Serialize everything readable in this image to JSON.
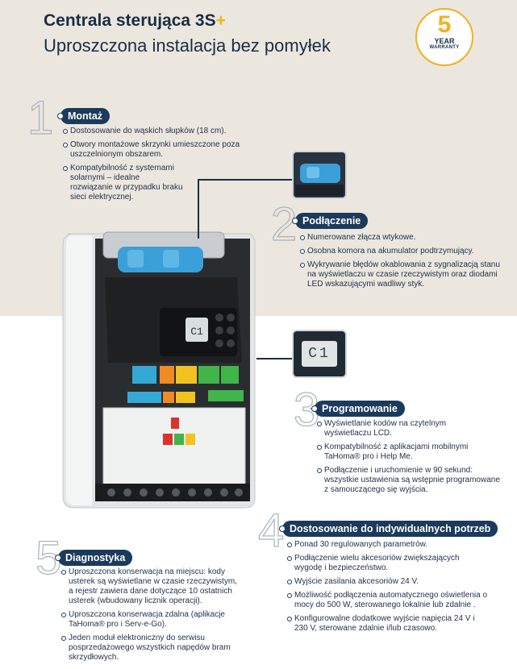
{
  "header": {
    "title": "Centrala sterująca 3S",
    "title_plus": "+",
    "subtitle": "Uproszczona instalacja bez pomyłek"
  },
  "badge": {
    "number": "5",
    "year": "YEAR",
    "warranty": "WARRANTY"
  },
  "display_code": "C1",
  "colors": {
    "navy": "#1b3a5c",
    "accent": "#f0b21e",
    "beige": "#ebe7de"
  },
  "sections": [
    {
      "number": "1",
      "title": "Montaż",
      "items": [
        "Dostosowanie do wąskich słupków (18 cm).",
        "Otwory montażowe skrzynki umieszczone poza uszczelnionym obszarem.",
        "Kompatybilność z systemami solarnymi – idealne rozwiązanie w przypadku braku sieci elektrycznej."
      ]
    },
    {
      "number": "2",
      "title": "Podłączenie",
      "items": [
        "Numerowane złącza wtykowe.",
        "Osobna komora na akumulator podtrzymujący.",
        "Wykrywanie błędów okablowania z sygnalizacją stanu na wyświetlaczu w czasie rzeczywistym oraz diodami LED wskazującymi wadliwy styk."
      ]
    },
    {
      "number": "3",
      "title": "Programowanie",
      "items": [
        "Wyświetlanie kodów na czytelnym wyświetlaczu LCD.",
        "Kompatybilność z aplikacjami mobilnymi TaHoma® pro i Help Me.",
        "Podłączenie i uruchomienie w 90 sekund: wszystkie ustawienia są wstępnie programowane z samouczącego się wyjścia."
      ]
    },
    {
      "number": "4",
      "title": "Dostosowanie do indywidualnych potrzeb",
      "items": [
        "Ponad 30 regulowanych parametrów.",
        "Podłączenie wielu akcesoriów zwiększających wygodę i bezpieczeństwo.",
        "Wyjście zasilania akcesoriów 24 V.",
        "Możliwość podłączenia automatycznego oświetlenia o mocy do 500 W, sterowanego lokalnie lub zdalnie .",
        "Konfigurowalne dodatkowe wyjście napięcia 24 V i 230 V, sterowane zdalnie i/lub czasowo."
      ]
    },
    {
      "number": "5",
      "title": "Diagnostyka",
      "items": [
        "Uproszczona konserwacja na miejscu: kody usterek są wyświetlane w czasie rzeczywistym, a rejestr zawiera dane dotyczące 10 ostatnich usterek (wbudowany licznik operacji).",
        "Uproszczona konserwacja zdalna (aplikacje TaHoma® pro i Serv-e-Go).",
        "Jeden moduł elektroniczny do serwisu posprzedażowego wszystkich napędów bram skrzydłowych."
      ]
    }
  ]
}
